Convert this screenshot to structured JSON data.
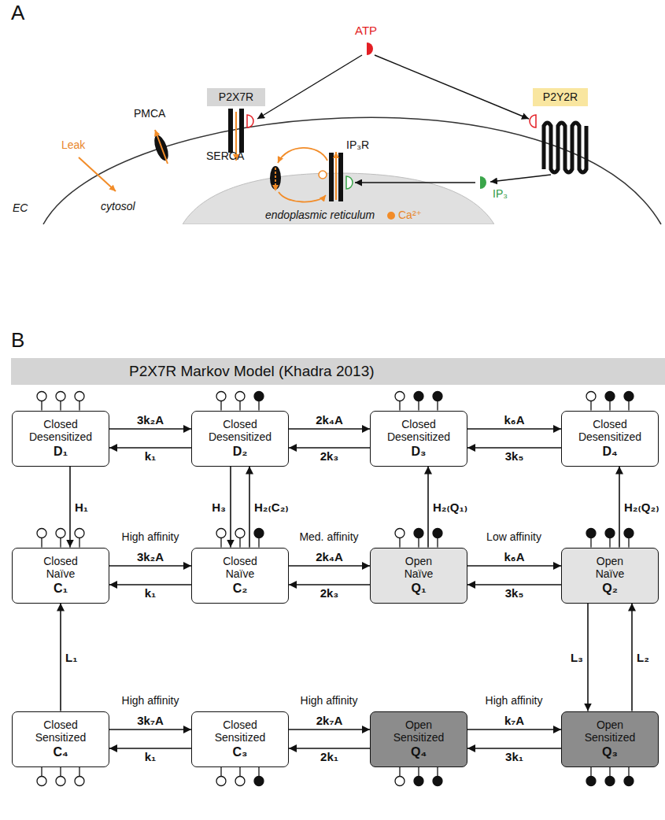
{
  "diagram": {
    "nodes": [
      {
        "text": [
          "P2X7R"
        ]
      },
      {
        "text": [
          "P2Y2R"
        ]
      },
      {
        "text": [
          "endoplasmic reticulum"
        ]
      },
      {
        "text": [
          "P2X7R Markov Model (Khadra 2013)"
        ]
      },
      {
        "text": [
          "Closed Desensitized",
          "D₁"
        ]
      },
      {
        "text": [
          "Closed Desensitized",
          "D₂"
        ]
      },
      {
        "text": [
          "Closed Desensitized",
          "D₃"
        ]
      },
      {
        "text": [
          "Closed Desensitized",
          "D₄"
        ]
      },
      {
        "text": [
          "Closed Naïve",
          "C₁"
        ]
      },
      {
        "text": [
          "Closed Naïve",
          "C₂"
        ]
      },
      {
        "text": [
          "Open Naïve",
          "Q₁"
        ]
      },
      {
        "text": [
          "Open Naïve",
          "Q₂"
        ]
      },
      {
        "text": [
          "Closed Sensitized",
          "C₄"
        ]
      },
      {
        "text": [
          "Closed Sensitized",
          "C₃"
        ]
      },
      {
        "text": [
          "Open Sensitized",
          "Q₄"
        ]
      },
      {
        "text": [
          "Open Sensitized",
          "Q₃"
        ]
      }
    ],
    "edges": [
      {
        "from": 4,
        "to": 5,
        "label": "3k₂A",
        "arrow": "to"
      },
      {
        "from": 5,
        "to": 4,
        "label": "k₁",
        "arrow": "to"
      },
      {
        "from": 5,
        "to": 6,
        "label": "2k₄A",
        "arrow": "to"
      },
      {
        "from": 6,
        "to": 5,
        "label": "2k₃",
        "arrow": "to"
      },
      {
        "from": 6,
        "to": 7,
        "label": "k₆A",
        "arrow": "to"
      },
      {
        "from": 7,
        "to": 6,
        "label": "3k₅",
        "arrow": "to"
      },
      {
        "from": 4,
        "to": 8,
        "label": "H₁",
        "arrow": "to"
      },
      {
        "from": 5,
        "to": 9,
        "label": "H₃",
        "arrow": "to"
      },
      {
        "from": 9,
        "to": 5,
        "label": "H₂₍C₂₎",
        "arrow": "to"
      },
      {
        "from": 10,
        "to": 6,
        "label": "H₂₍Q₁₎",
        "arrow": "to"
      },
      {
        "from": 11,
        "to": 7,
        "label": "H₂₍Q₂₎",
        "arrow": "to"
      },
      {
        "from": 8,
        "to": 9,
        "label": "3k₂A",
        "arrow": "to"
      },
      {
        "from": 9,
        "to": 8,
        "label": "k₁",
        "arrow": "to"
      },
      {
        "from": 9,
        "to": 10,
        "label": "2k₄A",
        "arrow": "to"
      },
      {
        "from": 10,
        "to": 9,
        "label": "2k₃",
        "arrow": "to"
      },
      {
        "from": 10,
        "to": 11,
        "label": "k₆A",
        "arrow": "to"
      },
      {
        "from": 11,
        "to": 10,
        "label": "3k₅",
        "arrow": "to"
      },
      {
        "from": 12,
        "to": 8,
        "label": "L₁",
        "arrow": "to"
      },
      {
        "from": 11,
        "to": 15,
        "label": "L₃",
        "arrow": "to"
      },
      {
        "from": 15,
        "to": 11,
        "label": "L₂",
        "arrow": "to"
      },
      {
        "from": 12,
        "to": 13,
        "label": "3k₇A",
        "arrow": "to"
      },
      {
        "from": 13,
        "to": 12,
        "label": "k₁",
        "arrow": "to"
      },
      {
        "from": 13,
        "to": 14,
        "label": "2k₇A",
        "arrow": "to"
      },
      {
        "from": 14,
        "to": 13,
        "label": "2k₁",
        "arrow": "to"
      },
      {
        "from": 14,
        "to": 15,
        "label": "k₇A",
        "arrow": "to"
      },
      {
        "from": 15,
        "to": 14,
        "label": "3k₁",
        "arrow": "to"
      }
    ],
    "labels": [
      "A",
      "ATP",
      "PMCA",
      "Leak",
      "IP₃R",
      "SERCA",
      "IP₃",
      "EC",
      "cytosol",
      "Ca²⁺",
      "B",
      "High affinity",
      "Med. affinity",
      "Low affinity",
      "High affinity",
      "High affinity",
      "High affinity"
    ]
  }
}
